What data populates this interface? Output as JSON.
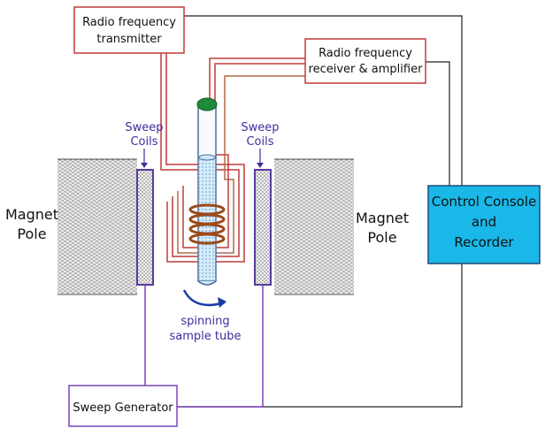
{
  "diagram": {
    "rf_transmitter": {
      "line1": "Radio frequency",
      "line2": "transmitter"
    },
    "rf_receiver": {
      "line1": "Radio frequency",
      "line2": "receiver & amplifier"
    },
    "sweep_coils_left": {
      "line1": "Sweep",
      "line2": "Coils"
    },
    "sweep_coils_right": {
      "line1": "Sweep",
      "line2": "Coils"
    },
    "magnet_left": {
      "line1": "Magnet",
      "line2": "Pole"
    },
    "magnet_right": {
      "line1": "Magnet",
      "line2": "Pole"
    },
    "sample_tube": {
      "line1": "spinning",
      "line2": "sample tube"
    },
    "control_console": {
      "line1": "Control Console",
      "line2": "and",
      "line3": "Recorder"
    },
    "sweep_generator": {
      "label": "Sweep Generator"
    }
  },
  "colors": {
    "rf_wire": "#c23a3a",
    "receiver_wire": "#b06a4a",
    "sweep_wire": "#7a44b8",
    "console_fill": "#1ab8e8",
    "coil_copper": "#9a4a1a",
    "tube_fill": "#cfe7f7",
    "cap_green": "#1e8a3a"
  }
}
